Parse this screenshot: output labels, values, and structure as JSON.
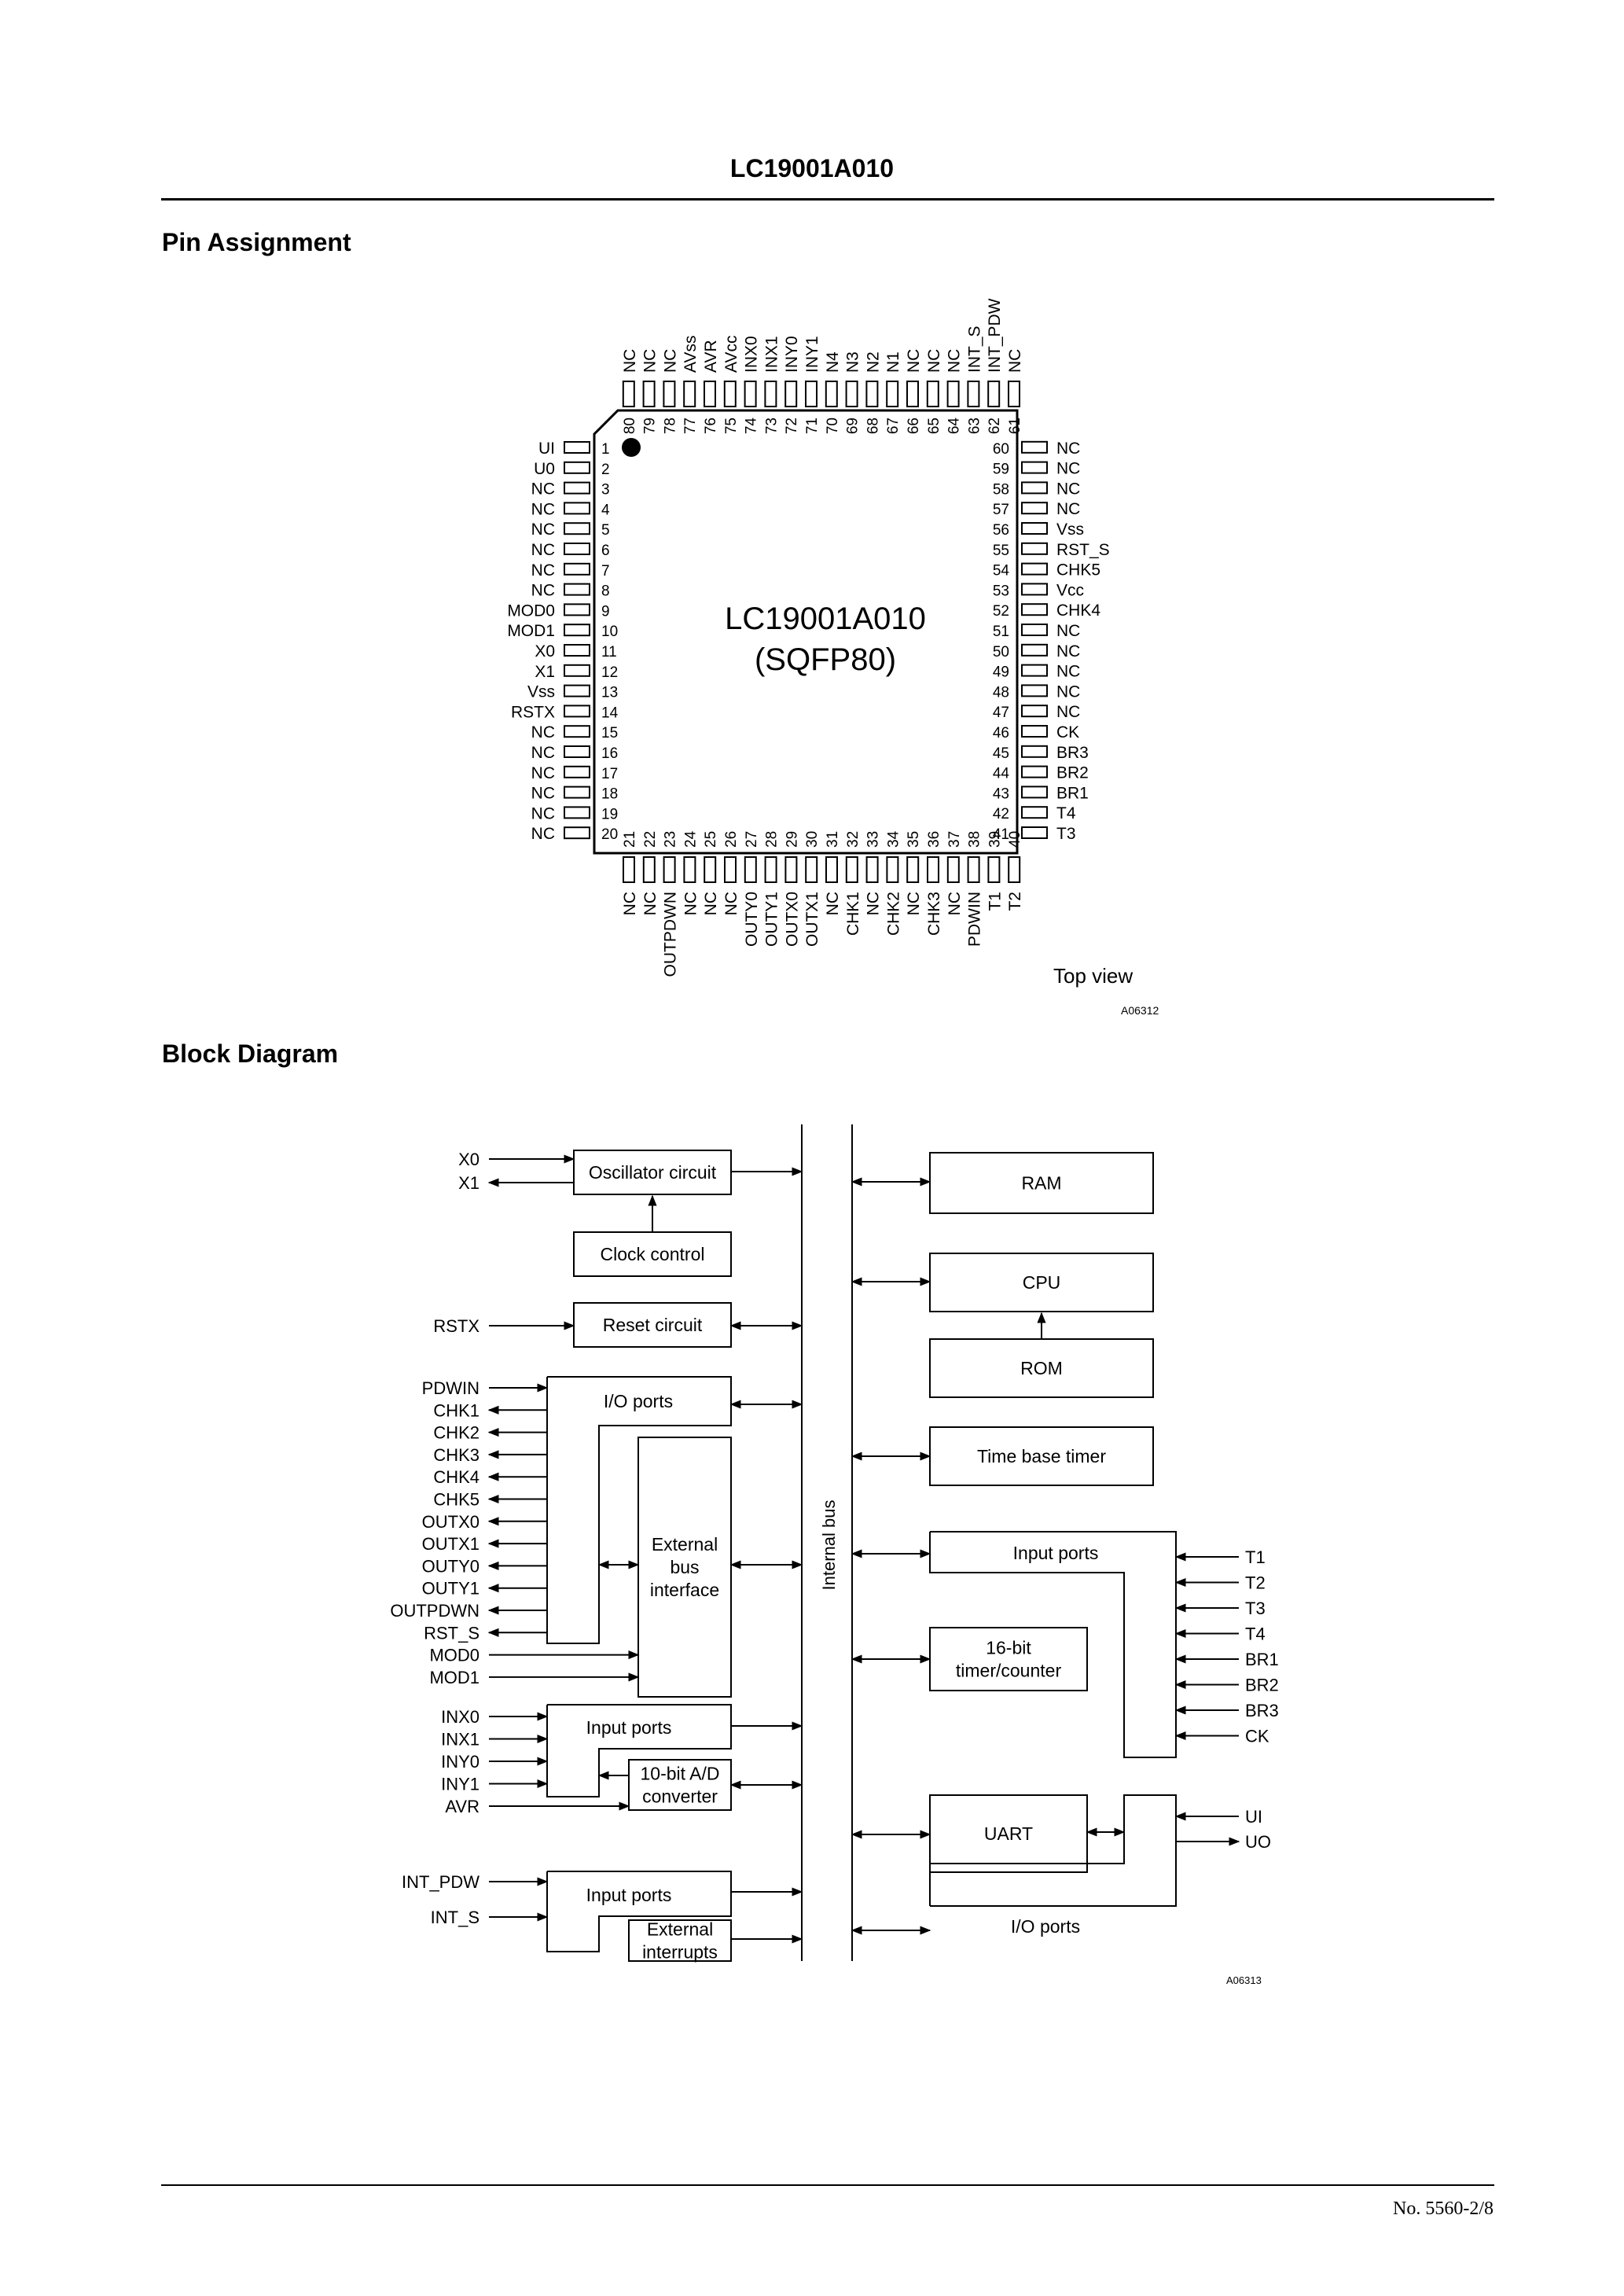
{
  "header": {
    "title": "LC19001A010"
  },
  "sections": {
    "pin_assignment": "Pin Assignment",
    "block_diagram": "Block Diagram"
  },
  "package": {
    "part": "LC19001A010",
    "name": "(SQFP80)",
    "view": "Top view",
    "fig_id": "A06312",
    "left_pins": [
      {
        "n": 1,
        "name": "UI"
      },
      {
        "n": 2,
        "name": "U0"
      },
      {
        "n": 3,
        "name": "NC"
      },
      {
        "n": 4,
        "name": "NC"
      },
      {
        "n": 5,
        "name": "NC"
      },
      {
        "n": 6,
        "name": "NC"
      },
      {
        "n": 7,
        "name": "NC"
      },
      {
        "n": 8,
        "name": "NC"
      },
      {
        "n": 9,
        "name": "MOD0"
      },
      {
        "n": 10,
        "name": "MOD1"
      },
      {
        "n": 11,
        "name": "X0"
      },
      {
        "n": 12,
        "name": "X1"
      },
      {
        "n": 13,
        "name": "Vss"
      },
      {
        "n": 14,
        "name": "RSTX"
      },
      {
        "n": 15,
        "name": "NC"
      },
      {
        "n": 16,
        "name": "NC"
      },
      {
        "n": 17,
        "name": "NC"
      },
      {
        "n": 18,
        "name": "NC"
      },
      {
        "n": 19,
        "name": "NC"
      },
      {
        "n": 20,
        "name": "NC"
      }
    ],
    "bottom_pins": [
      {
        "n": 21,
        "name": "NC"
      },
      {
        "n": 22,
        "name": "NC"
      },
      {
        "n": 23,
        "name": "OUTPDWN"
      },
      {
        "n": 24,
        "name": "NC"
      },
      {
        "n": 25,
        "name": "NC"
      },
      {
        "n": 26,
        "name": "NC"
      },
      {
        "n": 27,
        "name": "OUTY0"
      },
      {
        "n": 28,
        "name": "OUTY1"
      },
      {
        "n": 29,
        "name": "OUTX0"
      },
      {
        "n": 30,
        "name": "OUTX1"
      },
      {
        "n": 31,
        "name": "NC"
      },
      {
        "n": 32,
        "name": "CHK1"
      },
      {
        "n": 33,
        "name": "NC"
      },
      {
        "n": 34,
        "name": "CHK2"
      },
      {
        "n": 35,
        "name": "NC"
      },
      {
        "n": 36,
        "name": "CHK3"
      },
      {
        "n": 37,
        "name": "NC"
      },
      {
        "n": 38,
        "name": "PDWIN"
      },
      {
        "n": 39,
        "name": "T1"
      },
      {
        "n": 40,
        "name": "T2"
      }
    ],
    "right_pins": [
      {
        "n": 41,
        "name": "T3"
      },
      {
        "n": 42,
        "name": "T4"
      },
      {
        "n": 43,
        "name": "BR1"
      },
      {
        "n": 44,
        "name": "BR2"
      },
      {
        "n": 45,
        "name": "BR3"
      },
      {
        "n": 46,
        "name": "CK"
      },
      {
        "n": 47,
        "name": "NC"
      },
      {
        "n": 48,
        "name": "NC"
      },
      {
        "n": 49,
        "name": "NC"
      },
      {
        "n": 50,
        "name": "NC"
      },
      {
        "n": 51,
        "name": "NC"
      },
      {
        "n": 52,
        "name": "CHK4"
      },
      {
        "n": 53,
        "name": "Vcc"
      },
      {
        "n": 54,
        "name": "CHK5"
      },
      {
        "n": 55,
        "name": "RST_S"
      },
      {
        "n": 56,
        "name": "Vss"
      },
      {
        "n": 57,
        "name": "NC"
      },
      {
        "n": 58,
        "name": "NC"
      },
      {
        "n": 59,
        "name": "NC"
      },
      {
        "n": 60,
        "name": "NC"
      }
    ],
    "top_pins": [
      {
        "n": 61,
        "name": "NC"
      },
      {
        "n": 62,
        "name": "INT_PDW"
      },
      {
        "n": 63,
        "name": "INT_S"
      },
      {
        "n": 64,
        "name": "NC"
      },
      {
        "n": 65,
        "name": "NC"
      },
      {
        "n": 66,
        "name": "NC"
      },
      {
        "n": 67,
        "name": "N1"
      },
      {
        "n": 68,
        "name": "N2"
      },
      {
        "n": 69,
        "name": "N3"
      },
      {
        "n": 70,
        "name": "N4"
      },
      {
        "n": 71,
        "name": "INY1"
      },
      {
        "n": 72,
        "name": "INY0"
      },
      {
        "n": 73,
        "name": "INX1"
      },
      {
        "n": 74,
        "name": "INX0"
      },
      {
        "n": 75,
        "name": "AVcc"
      },
      {
        "n": 76,
        "name": "AVR"
      },
      {
        "n": 77,
        "name": "AVss"
      },
      {
        "n": 78,
        "name": "NC"
      },
      {
        "n": 79,
        "name": "NC"
      },
      {
        "n": 80,
        "name": "NC"
      }
    ]
  },
  "block": {
    "fig_id": "A06313",
    "bus_label": "Internal bus",
    "boxes": {
      "osc": "Oscillator circuit",
      "clock": "Clock control",
      "reset": "Reset circuit",
      "io1": "I/O ports",
      "ext_bus": [
        "External",
        "bus",
        "interface"
      ],
      "in1": "Input ports",
      "adc": [
        "10-bit A/D",
        "converter"
      ],
      "in2": "Input ports",
      "ext_int": [
        "External",
        "interrupts"
      ],
      "ram": "RAM",
      "cpu": "CPU",
      "rom": "ROM",
      "tbt": "Time base timer",
      "in_r": "Input ports",
      "timer": [
        "16-bit",
        "timer/counter"
      ],
      "uart": "UART",
      "io_r": "I/O ports"
    },
    "left_signals": {
      "osc": [
        "X0",
        "X1"
      ],
      "reset": "RSTX",
      "io_group": [
        "PDWIN",
        "CHK1",
        "CHK2",
        "CHK3",
        "CHK4",
        "CHK5",
        "OUTX0",
        "OUTX1",
        "OUTY0",
        "OUTY1",
        "OUTPDWN",
        "RST_S",
        "MOD0",
        "MOD1"
      ],
      "in_group": [
        "INX0",
        "INX1",
        "INY0",
        "INY1",
        "AVR"
      ],
      "int_group": [
        "INT_PDW",
        "INT_S"
      ]
    },
    "right_signals": {
      "in_group": [
        "T1",
        "T2",
        "T3",
        "T4",
        "BR1",
        "BR2",
        "BR3",
        "CK"
      ],
      "uart_group": [
        "UI",
        "UO"
      ]
    }
  },
  "footer": {
    "page_ref": "No. 5560-2/8"
  }
}
